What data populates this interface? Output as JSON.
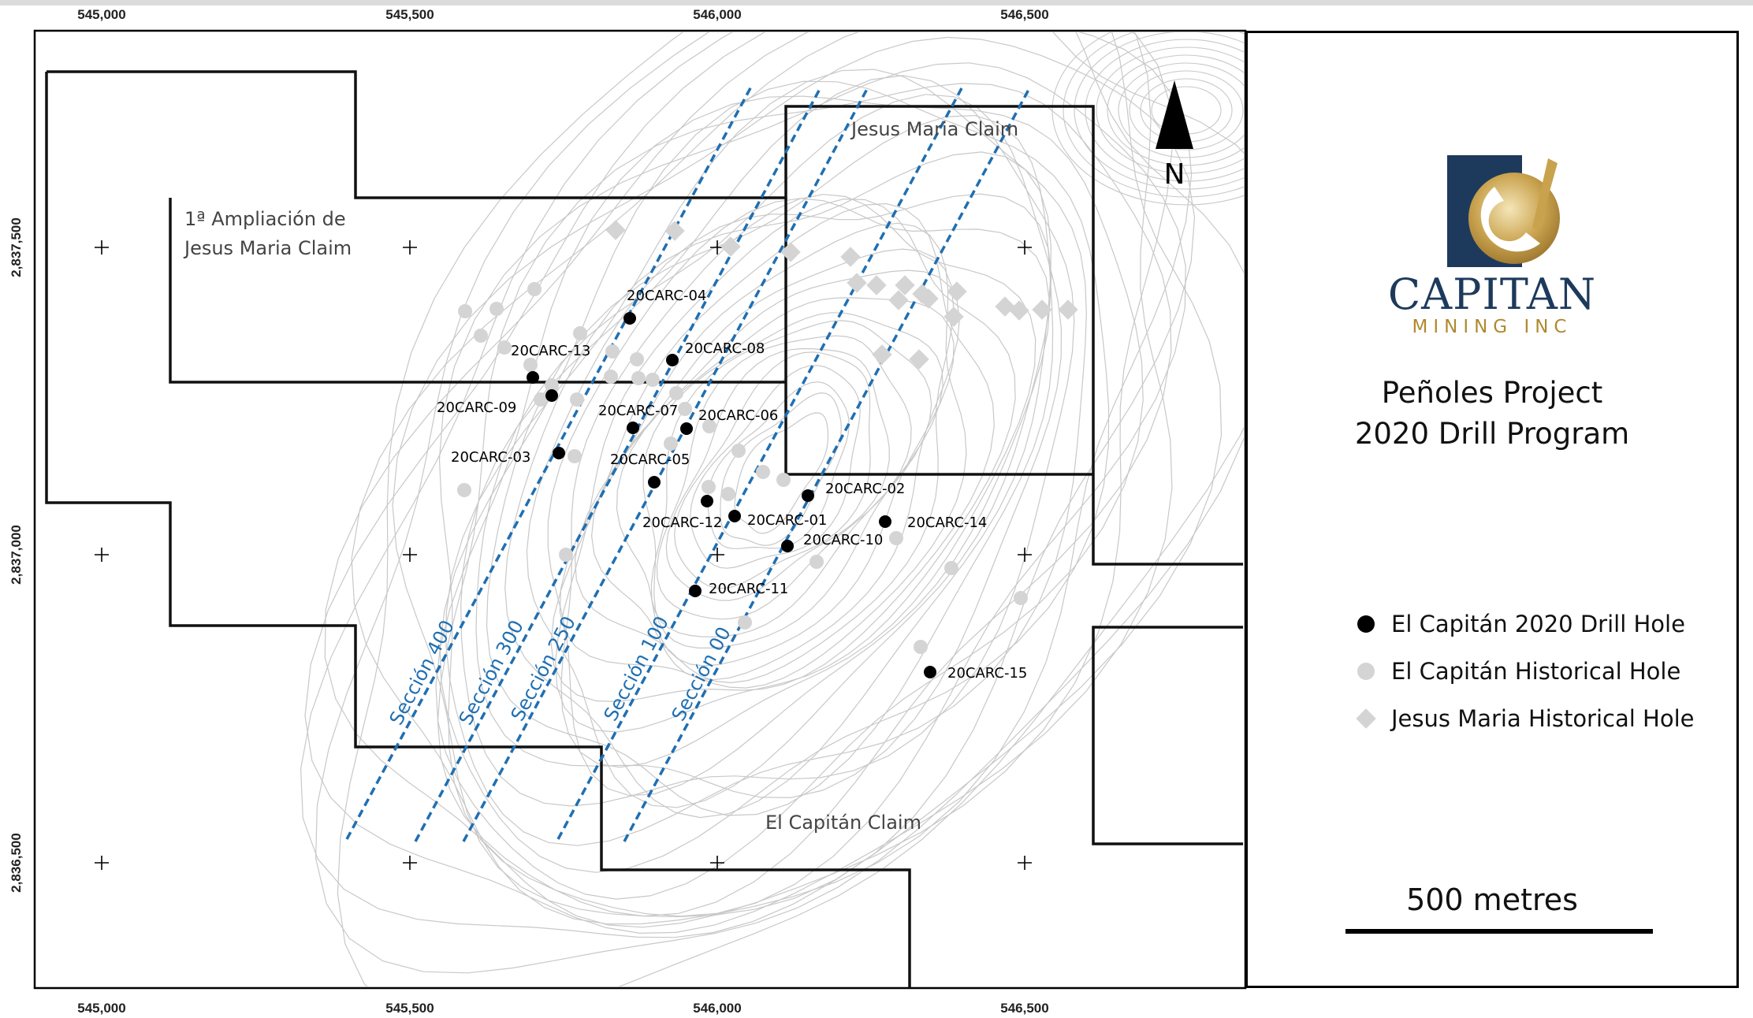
{
  "map": {
    "x_ticks": [
      "545,000",
      "545,500",
      "546,000",
      "546,500"
    ],
    "y_ticks": [
      "2,837,500",
      "2,837,000",
      "2,836,500"
    ],
    "claims": {
      "ampliacion_line1": "1ª Ampliación de",
      "ampliacion_line2": "Jesus Maria Claim",
      "jesus_maria": "Jesus Maria Claim",
      "el_capitan": "El Capitán Claim"
    },
    "north_label": "N",
    "sections": [
      "Sección 400",
      "Sección 300",
      "Sección 250",
      "Sección 100",
      "Sección 00"
    ],
    "drill_holes": [
      "20CARC-04",
      "20CARC-08",
      "20CARC-13",
      "20CARC-09",
      "20CARC-07",
      "20CARC-06",
      "20CARC-03",
      "20CARC-05",
      "20CARC-02",
      "20CARC-12",
      "20CARC-01",
      "20CARC-14",
      "20CARC-10",
      "20CARC-11",
      "20CARC-15"
    ],
    "colors": {
      "section_line": "#1f6fb2",
      "drill_hole": "#000000",
      "historical": "#d4d4d4",
      "contour": "#c8c8c8"
    }
  },
  "legend": {
    "logo_icon": "capitan-logo-icon",
    "logo_word": "CAPITAN",
    "logo_sub": "MINING INC",
    "title_line1": "Peñoles Project",
    "title_line2": "2020 Drill Program",
    "items": [
      {
        "symbol": "black-circle",
        "label": "El Capitán 2020 Drill Hole"
      },
      {
        "symbol": "grey-circle",
        "label": "El Capitán Historical Hole"
      },
      {
        "symbol": "grey-diamond",
        "label": "Jesus Maria Historical  Hole"
      }
    ],
    "scale_label": "500 metres"
  }
}
